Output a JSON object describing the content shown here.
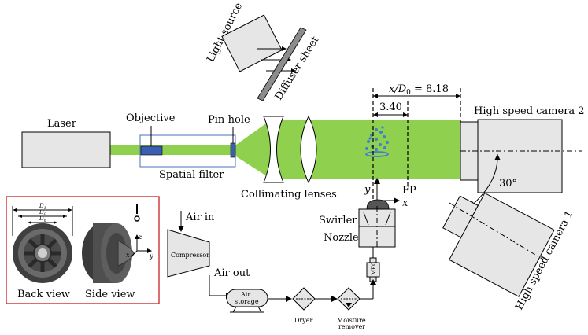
{
  "labels": {
    "laser": "Laser",
    "objective": "Objective",
    "pinhole": "Pin-hole",
    "spatial_filter": "Spatial filter",
    "collimating_lenses": "Collimating lenses",
    "light_source": "Light source",
    "diffuser_sheet": "Diffuser sheet",
    "ratio": "x/D",
    "ratio_sub": "0",
    "ratio_value": " = 8.18",
    "distance": "3.40",
    "fp": "FP",
    "y_axis": "y",
    "x_axis": "x",
    "swirler": "Swirler",
    "nozzle": "Nozzle",
    "mfc": "MFC",
    "camera2": "High speed camera 2",
    "camera1": "High speed camera 1",
    "angle": "30°",
    "air_in": "Air in",
    "compressor": "Compressor",
    "air_out": "Air out",
    "air_storage_1": "Air",
    "air_storage_2": "storage",
    "dryer": "Dryer",
    "moisture_1": "Moisture",
    "moisture_2": "remover",
    "back_view": "Back view",
    "side_view": "Side view",
    "d1": "D",
    "d1_sub": "1",
    "d0": "D",
    "d0_sub": "0",
    "dh": "D",
    "dh_sub": "h",
    "inset_z": "z",
    "inset_y": "y",
    "inset_x": "x"
  },
  "colors": {
    "beam": "#8fd14f",
    "filter_frame": "#4a6fc0",
    "droplets": "#3d7fd1",
    "inset_border": "#d03030"
  }
}
